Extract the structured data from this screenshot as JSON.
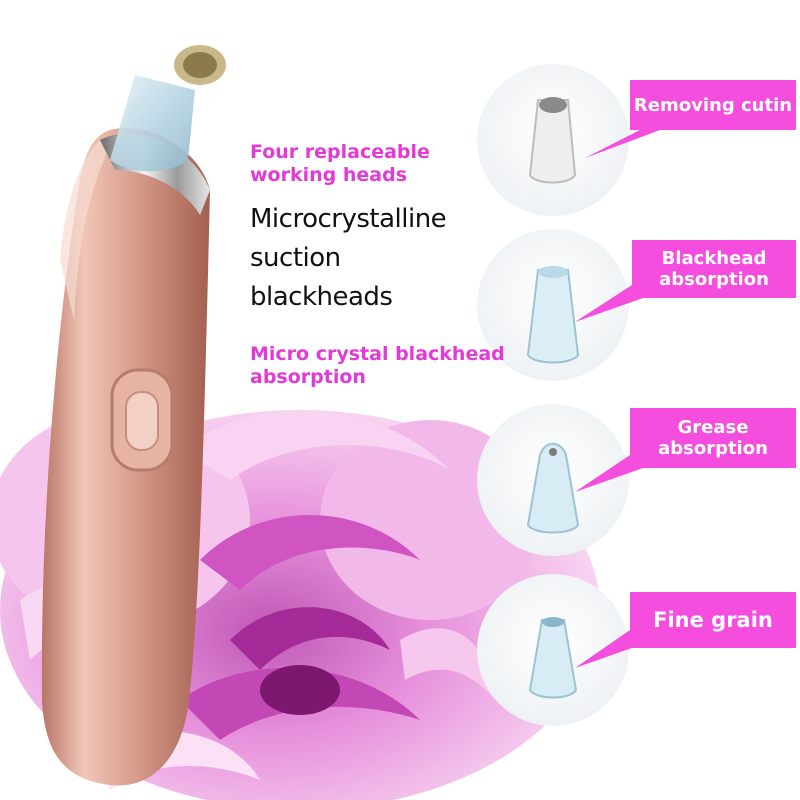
{
  "headline": {
    "line1": "Four replaceable",
    "line2": "working heads"
  },
  "main_text": {
    "line1": "Microcrystalline",
    "line2": "suction",
    "line3": "blackheads"
  },
  "subline": {
    "line1": "Micro crystal blackhead",
    "line2": "absorption"
  },
  "heads": [
    {
      "label_lines": [
        "Removing cutin"
      ]
    },
    {
      "label_lines": [
        "Blackhead",
        "absorption"
      ]
    },
    {
      "label_lines": [
        "Grease",
        "absorption"
      ]
    },
    {
      "label_lines": [
        "Fine grain"
      ]
    }
  ],
  "colors": {
    "accent_text": "#e23ad6",
    "tag_background": "#f54ede",
    "device_body": "#d9a08e",
    "rose": "#e58fd9"
  }
}
